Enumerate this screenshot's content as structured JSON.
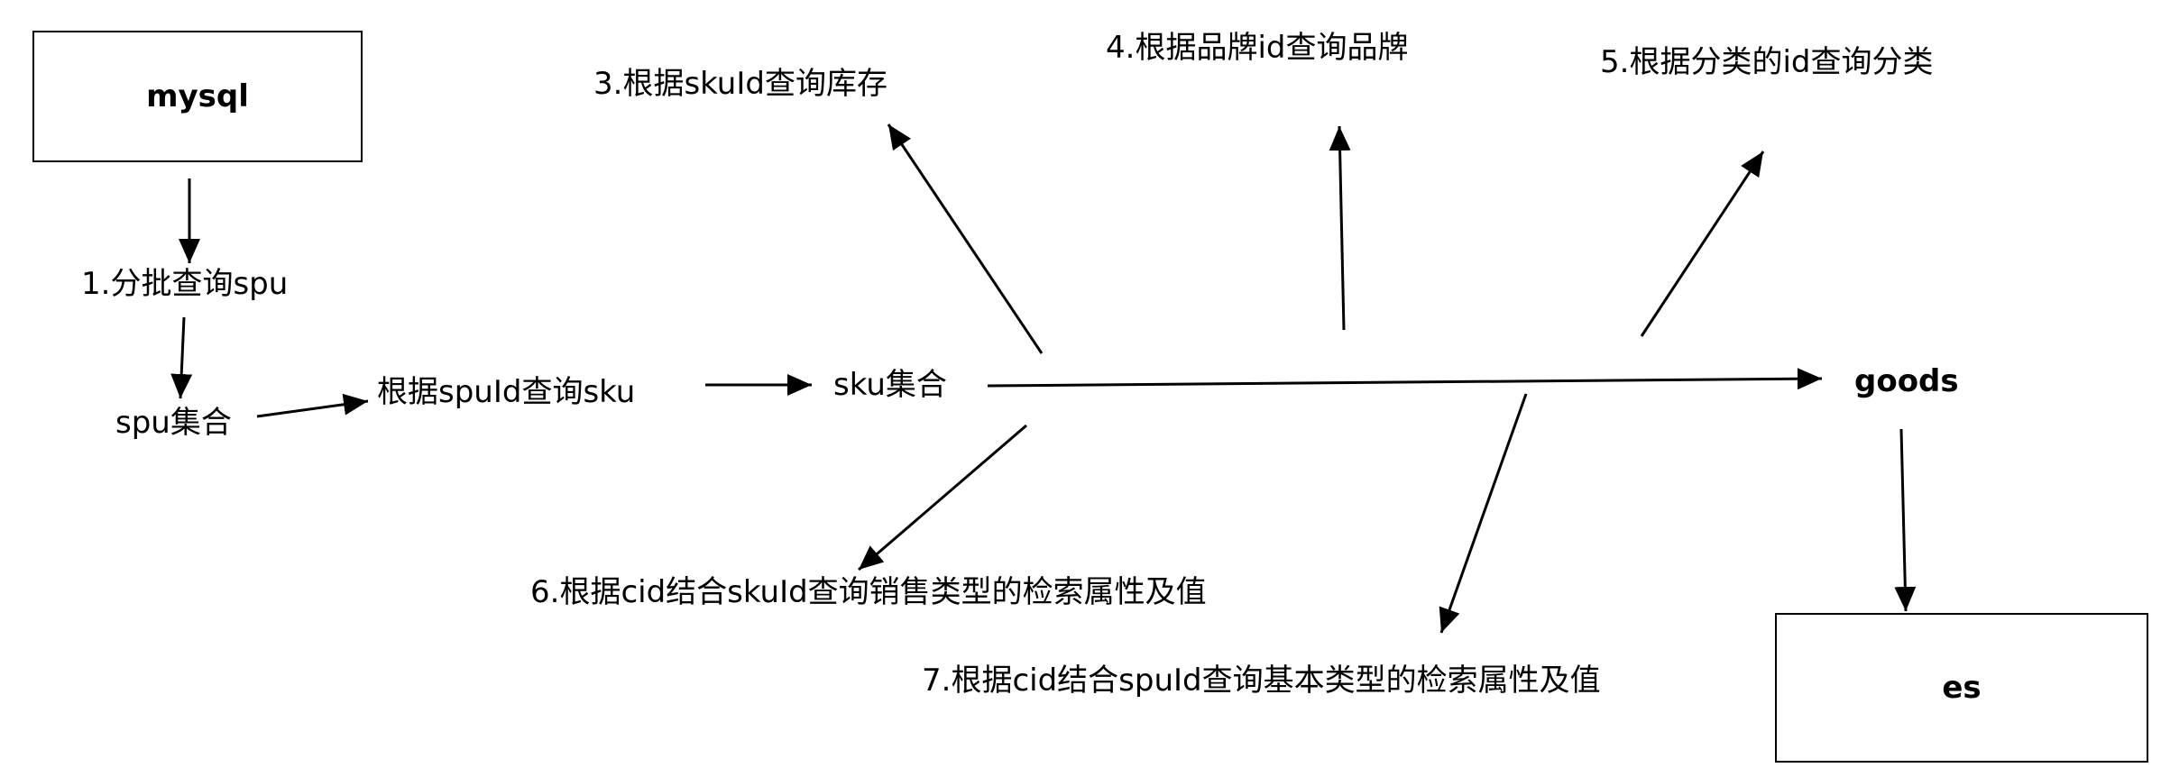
{
  "nodes": {
    "mysql": "mysql",
    "es": "es",
    "goods": "goods",
    "step1": "1.分批查询spu",
    "spu_set": "spu集合",
    "sku_query": "根据spuId查询sku",
    "sku_set": "sku集合",
    "step3": "3.根据skuId查询库存",
    "step4": "4.根据品牌id查询品牌",
    "step5": "5.根据分类的id查询分类",
    "step6": "6.根据cid结合skuId查询销售类型的检索属性及值",
    "step7": "7.根据cid结合spuId查询基本类型的检索属性及值"
  },
  "colors": {
    "line": "#000000",
    "background": "#ffffff"
  }
}
